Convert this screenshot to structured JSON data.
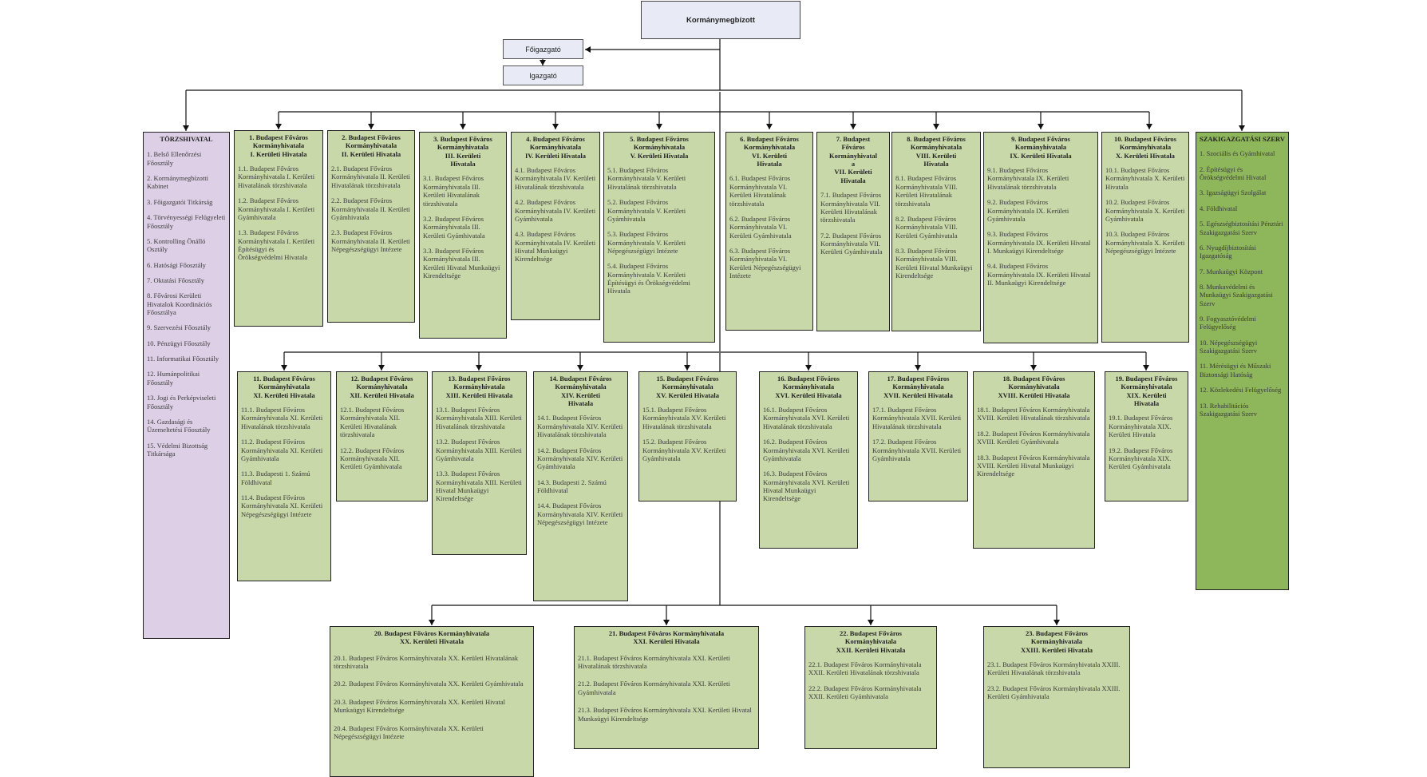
{
  "top": {
    "commissioner": "Kormánymegbízott",
    "director_general": "Főigazgató",
    "director": "Igazgató"
  },
  "torzs": {
    "title": "TÖRZSHIVATAL",
    "items": [
      "1. Belső Ellenőrzési Főosztály",
      "2. Kormánymegbízotti Kabinet",
      "3. Főigazgatói Titkárság",
      "4. Törvényességi Felügyeleti Főosztály",
      "5. Kontrolling Önálló Osztály",
      "6. Hatósági Főosztály",
      "7. Oktatási Főosztály",
      "8. Fővárosi Kerületi Hivatalok Koordinációs Főosztálya",
      "9. Szervezési Főosztály",
      "10. Pénzügyi Főosztály",
      "11. Informatikai Főosztály",
      "12. Humánpolitikai Főosztály",
      "13. Jogi és Perképviseleti Főosztály",
      "14. Gazdasági és Üzemeltetési Főosztály",
      "15. Védelmi Bizottság Titkársága"
    ]
  },
  "szak": {
    "title": "SZAKIGAZGATÁSI SZERV",
    "items": [
      "1. Szociális és Gyámhivatal",
      "2. Építésügyi és Örökségvédelmi Hivatal",
      "3. Igazságügyi Szolgálat",
      "4. Földhivatal",
      "5. Egészségbiztosítási Pénztári Szakigazgatási Szerv",
      "6. Nyugdíjbiztosítási Igazgatóság",
      "7. Munkaügyi Központ",
      "8. Munkavédelmi és Munkaügyi Szakigazgatási Szerv",
      "9. Fogyasztóvédelmi Felügyelőség",
      "10. Népegészségügyi Szakigazgatási Szerv",
      "11. Mérésügyi és Műszaki Biztonsági Hatóság",
      "12. Közlekedési Felügyelőség",
      "13. Rehabilitációs Szakigazgatási Szerv"
    ]
  },
  "offices": [
    {
      "title": "1. Budapest Főváros\nKormányhivatala\nI. Kerületi Hivatala",
      "items": [
        "1.1. Budapest Főváros Kormányhivatala I. Kerületi Hivatalának törzshivatala",
        "1.2. Budapest Főváros Kormányhivatala I. Kerületi Gyámhivatala",
        "1.3. Budapest Főváros Kormányhivatala I. Kerületi Építésügyi és Örökségvédelmi Hivatala"
      ]
    },
    {
      "title": "2. Budapest Főváros\nKormányhivatala\nII. Kerületi Hivatala",
      "items": [
        "2.1. Budapest Főváros Kormányhivatala II. Kerületi Hivatalának törzshivatala",
        "2.2. Budapest Főváros Kormányhivatala II. Kerületi Gyámhivatala",
        "2.3. Budapest Főváros Kormányhivatala II. Kerületi Népegészségügyi Intézete"
      ]
    },
    {
      "title": "3. Budapest Főváros\nKormányhivatala\nIII. Kerületi\nHivatala",
      "items": [
        "3.1. Budapest Főváros Kormányhivatala III. Kerületi Hivatalának törzshivatala",
        "3.2. Budapest Főváros Kormányhivatala III. Kerületi Gyámhivatala",
        "3.3. Budapest Főváros Kormányhivatala III. Kerületi Hivatal Munkaügyi Kirendeltsége"
      ]
    },
    {
      "title": "4. Budapest Főváros\nKormányhivatala\nIV. Kerületi Hivatala",
      "items": [
        "4.1. Budapest Főváros Kormányhivatala IV. Kerületi Hivatalának törzshivatala",
        "4.2. Budapest Főváros Kormányhivatala IV. Kerületi Gyámhivatala",
        "4.3. Budapest Főváros Kormányhivatala IV. Kerületi Hivatal Munkaügyi Kirendeltsége"
      ]
    },
    {
      "title": "5. Budapest Főváros\nKormányhivatala\nV. Kerületi Hivatala",
      "items": [
        "5.1. Budapest Főváros Kormányhivatala V. Kerületi Hivatalának törzshivatala",
        "5.2. Budapest Főváros Kormányhivatala V. Kerületi Gyámhivatala",
        "5.3. Budapest Főváros Kormányhivatala V. Kerületi Népegészségügyi Intézete",
        "5.4. Budapest Főváros Kormányhivatala V. Kerületi Építésügyi és Örökségvédelmi Hivatala"
      ]
    },
    {
      "title": "6. Budapest Főváros\nKormányhivatala\nVI. Kerületi\nHivatala",
      "items": [
        "6.1. Budapest Főváros Kormányhivatala VI. Kerületi Hivatalának törzshivatala",
        "6.2. Budapest Főváros Kormányhivatala VI. Kerületi Gyámhivatala",
        "6.3. Budapest Főváros Kormányhivatala VI. Kerületi Népegészségügyi Intézete"
      ]
    },
    {
      "title": "7. Budapest\nFőváros\nKormányhivatal\na\nVII. Kerületi\nHivatala",
      "items": [
        "7.1. Budapest Főváros Kormányhivatala VII. Kerületi Hivatalának törzshivatala",
        "7.2. Budapest Főváros Kormányhivatala VII. Kerületi Gyámhivatala"
      ]
    },
    {
      "title": "8. Budapest Főváros\nKormányhivatala\nVIII. Kerületi\nHivatala",
      "items": [
        "8.1. Budapest Főváros Kormányhivatala VIII. Kerületi Hivatalának törzshivatala",
        "8.2. Budapest Főváros Kormányhivatala VIII. Kerületi Gyámhivatala",
        "8.3. Budapest Főváros Kormányhivatala VIII. Kerületi Hivatal Munkaügyi Kirendeltsége"
      ]
    },
    {
      "title": "9. Budapest Főváros\nKormányhivatala\nIX. Kerületi Hivatala",
      "items": [
        "9.1. Budapest Főváros Kormányhivatala IX. Kerületi Hivatalának törzshivatala",
        "9.2. Budapest Főváros Kormányhivatala IX. Kerületi Gyámhivatala",
        "9.3. Budapest Főváros Kormányhivatala IX. Kerületi Hivatal I. Munkaügyi Kirendeltsége",
        "9.4. Budapest Főváros Kormányhivatala IX. Kerületi Hivatal II. Munkaügyi Kirendeltsége"
      ]
    },
    {
      "title": "10. Budapest Főváros\nKormányhivatala\nX. Kerületi Hivatala",
      "items": [
        "10.1. Budapest Főváros Kormányhivatala X. Kerületi Hivatala",
        "10.2. Budapest Főváros Kormányhivatala X. Kerületi Gyámhivatala",
        "10.3. Budapest Főváros Kormányhivatala X. Kerületi Népegészségügyi Intézete"
      ]
    },
    {
      "title": "11. Budapest Főváros\nKormányhivatala\nXI. Kerületi Hivatala",
      "items": [
        "11.1. Budapest Főváros Kormányhivatala XI. Kerületi Hivatalának törzshivatala",
        "11.2. Budapest Főváros Kormányhivatala XI. Kerületi Gyámhivatala",
        "11.3. Budapesti 1. Számú Földhivatal",
        "11.4. Budapest Főváros Kormányhivatala XI. Kerületi Népegészségügyi Intézete"
      ]
    },
    {
      "title": "12. Budapest Főváros\nKormányhivatala\nXII. Kerületi Hivatala",
      "items": [
        "12.1. Budapest Főváros Kormányhivatala XII. Kerületi Hivatalának törzshivatala",
        "12.2. Budapest Főváros Kormányhivatala XII. Kerületi Gyámhivatala"
      ]
    },
    {
      "title": "13. Budapest Főváros\nKormányhivatala\nXIII. Kerületi Hivatala",
      "items": [
        "13.1. Budapest Főváros Kormányhivatala XIII. Kerületi Hivatalának törzshivatala",
        "13.2. Budapest Főváros Kormányhivatala XIII. Kerületi Gyámhivatala",
        "13.3. Budapest Főváros Kormányhivatala XIII. Kerületi Hivatal Munkaügyi Kirendeltsége"
      ]
    },
    {
      "title": "14. Budapest Főváros\nKormányhivatala\nXIV. Kerületi\nHivatala",
      "items": [
        "14.1. Budapest Főváros Kormányhivatala XIV. Kerületi Hivatalának törzshivatala",
        "14.2. Budapest Főváros Kormányhivatala XIV. Kerületi Gyámhivatala",
        "14.3. Budapesti 2. Számú Földhivatal",
        "14.4. Budapest Főváros Kormányhivatala XIV. Kerületi Népegészségügyi Intézete"
      ]
    },
    {
      "title": "15. Budapest Főváros\nKormányhivatala\nXV. Kerületi Hivatala",
      "items": [
        "15.1. Budapest Főváros Kormányhivatala XV. Kerületi Hivatalának törzshivatala",
        "15.2. Budapest Főváros Kormányhivatala XV. Kerületi Gyámhivatala"
      ]
    },
    {
      "title": "16. Budapest Főváros\nKormányhivatala\nXVI. Kerületi Hivatala",
      "items": [
        "16.1. Budapest Főváros Kormányhivatala XVI. Kerületi Hivatalának törzshivatala",
        "16.2. Budapest Főváros Kormányhivatala XVI. Kerületi Gyámhivatala",
        "16.3. Budapest Főváros Kormányhivatala XVI. Kerületi Hivatal Munkaügyi Kirendeltsége"
      ]
    },
    {
      "title": "17. Budapest Főváros\nKormányhivatala\nXVII. Kerületi Hivatala",
      "items": [
        "17.1. Budapest Főváros Kormányhivatala XVII. Kerületi Hivatalának törzshivatala",
        "17.2. Budapest Főváros Kormányhivatala XVII. Kerületi Gyámhivatala"
      ]
    },
    {
      "title": "18. Budapest Főváros\nKormányhivatala\nXVIII. Kerületi Hivatala",
      "items": [
        "18.1. Budapest Főváros Kormányhivatala XVIII. Kerületi Hivatalának törzshivatala",
        "18.2. Budapest Főváros Kormányhivatala XVIII. Kerületi Gyámhivatala",
        "18.3. Budapest Főváros Kormányhivatala XVIII. Kerületi Hivatal Munkaügyi Kirendeltsége"
      ]
    },
    {
      "title": "19. Budapest Főváros\nKormányhivatala\nXIX. Kerületi\nHivatala",
      "items": [
        "19.1. Budapest Főváros Kormányhivatala XIX. Kerületi Hivatala",
        "19.2. Budapest Főváros Kormányhivatala XIX. Kerületi Gyámhivatala"
      ]
    },
    {
      "title": "20. Budapest Főváros Kormányhivatala\nXX. Kerületi Hivatala",
      "items": [
        "20.1. Budapest Főváros Kormányhivatala XX. Kerületi Hivatalának törzshivatala",
        "20.2. Budapest Főváros Kormányhivatala XX. Kerületi Gyámhivatala",
        "20.3. Budapest Főváros Kormányhivatala XX. Kerületi Hivatal Munkaügyi Kirendeltsége",
        "20.4. Budapest Főváros Kormányhivatala XX. Kerületi Népegészségügyi Intézete"
      ]
    },
    {
      "title": "21. Budapest Főváros Kormányhivatala\nXXI. Kerületi Hivatala",
      "items": [
        "21.1. Budapest Főváros Kormányhivatala XXI. Kerületi Hivatalának törzshivatala",
        "21.2. Budapest Főváros Kormányhivatala XXI. Kerületi Gyámhivatala",
        "21.3. Budapest Főváros Kormányhivatala XXI. Kerületi Hivatal Munkaügyi Kirendeltsége"
      ]
    },
    {
      "title": "22. Budapest Főváros\nKormányhivatala\nXXII. Kerületi Hivatala",
      "items": [
        "22.1. Budapest Főváros Kormányhivatala XXII. Kerületi Hivatalának törzshivatala",
        "22.2. Budapest Főváros Kormányhivatala XXII. Kerületi Gyámhivatala"
      ]
    },
    {
      "title": "23. Budapest Főváros\nKormányhivatala\nXXIII. Kerületi Hivatala",
      "items": [
        "23.1. Budapest Főváros Kormányhivatala XXIII. Kerületi Hivatalának törzshivatala",
        "23.2. Budapest Főváros Kormányhivatala XXIII. Kerületi Gyámhivatala"
      ]
    }
  ]
}
